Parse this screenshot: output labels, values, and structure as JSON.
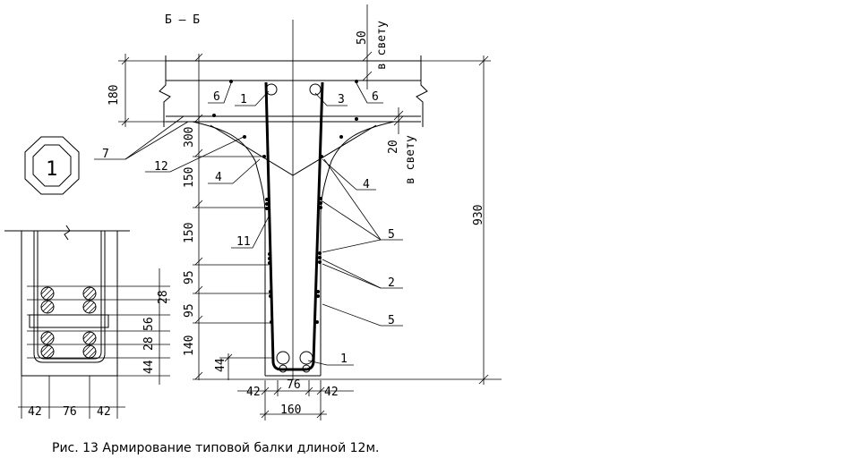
{
  "section_label": "Б – Б",
  "caption": "Рис. 13 Армирование типовой балки длиной 12м.",
  "detail_mark": "1",
  "dimensions": {
    "d50": "50",
    "v_svetu_top": "в свету",
    "d180": "180",
    "d300": "300",
    "d150a": "150",
    "d150b": "150",
    "d95a": "95",
    "d95b": "95",
    "d140": "140",
    "d44": "44",
    "d42_left": "42",
    "d76": "76",
    "d42_right": "42",
    "d160": "160",
    "d20": "20",
    "v_svetu_mid": "в свету",
    "d930": "930",
    "det_28a": "28",
    "det_56": "56",
    "det_28b": "28",
    "det_44": "44",
    "det_42_left": "42",
    "det_76": "76",
    "det_42_right": "42"
  },
  "callouts": {
    "c1_top": "1",
    "c3": "3",
    "c6_left": "6",
    "c6_right": "6",
    "c7": "7",
    "c12": "12",
    "c4_left": "4",
    "c4_right": "4",
    "c11": "11",
    "c5_upper": "5",
    "c2": "2",
    "c5_lower": "5",
    "c1_bottom": "1"
  }
}
